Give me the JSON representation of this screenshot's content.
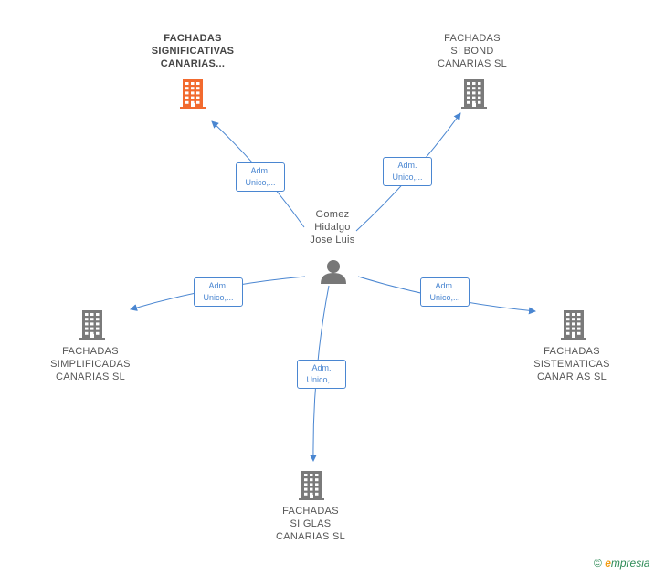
{
  "person": {
    "name": "Gomez\nHidalgo\nJose Luis",
    "icon": "person-icon"
  },
  "companies": [
    {
      "id": "significativas",
      "name": "FACHADAS\nSIGNIFICATIVAS\nCANARIAS...",
      "highlight": true,
      "icon": "building-icon",
      "color": "#f26a2e"
    },
    {
      "id": "bond",
      "name": "FACHADAS\nSI BOND\nCANARIAS  SL",
      "highlight": false,
      "icon": "building-icon",
      "color": "#7a7a7a"
    },
    {
      "id": "simplificadas",
      "name": "FACHADAS\nSIMPLIFICADAS\nCANARIAS  SL",
      "highlight": false,
      "icon": "building-icon",
      "color": "#7a7a7a"
    },
    {
      "id": "sistematicas",
      "name": "FACHADAS\nSISTEMATICAS\nCANARIAS  SL",
      "highlight": false,
      "icon": "building-icon",
      "color": "#7a7a7a"
    },
    {
      "id": "glas",
      "name": "FACHADAS\nSI GLAS\nCANARIAS  SL",
      "highlight": false,
      "icon": "building-icon",
      "color": "#7a7a7a"
    }
  ],
  "relations": [
    {
      "to": "significativas",
      "line1": "Adm.",
      "line2": "Unico,..."
    },
    {
      "to": "bond",
      "line1": "Adm.",
      "line2": "Unico,..."
    },
    {
      "to": "simplificadas",
      "line1": "Adm.",
      "line2": "Unico,..."
    },
    {
      "to": "sistematicas",
      "line1": "Adm.",
      "line2": "Unico,..."
    },
    {
      "to": "glas",
      "line1": "Adm.",
      "line2": "Unico,..."
    }
  ],
  "colors": {
    "edge": "#4a86d1",
    "person": "#777777"
  },
  "watermark": {
    "symbol": "©",
    "brand_e": "e",
    "brand_rest": "mpresia"
  }
}
